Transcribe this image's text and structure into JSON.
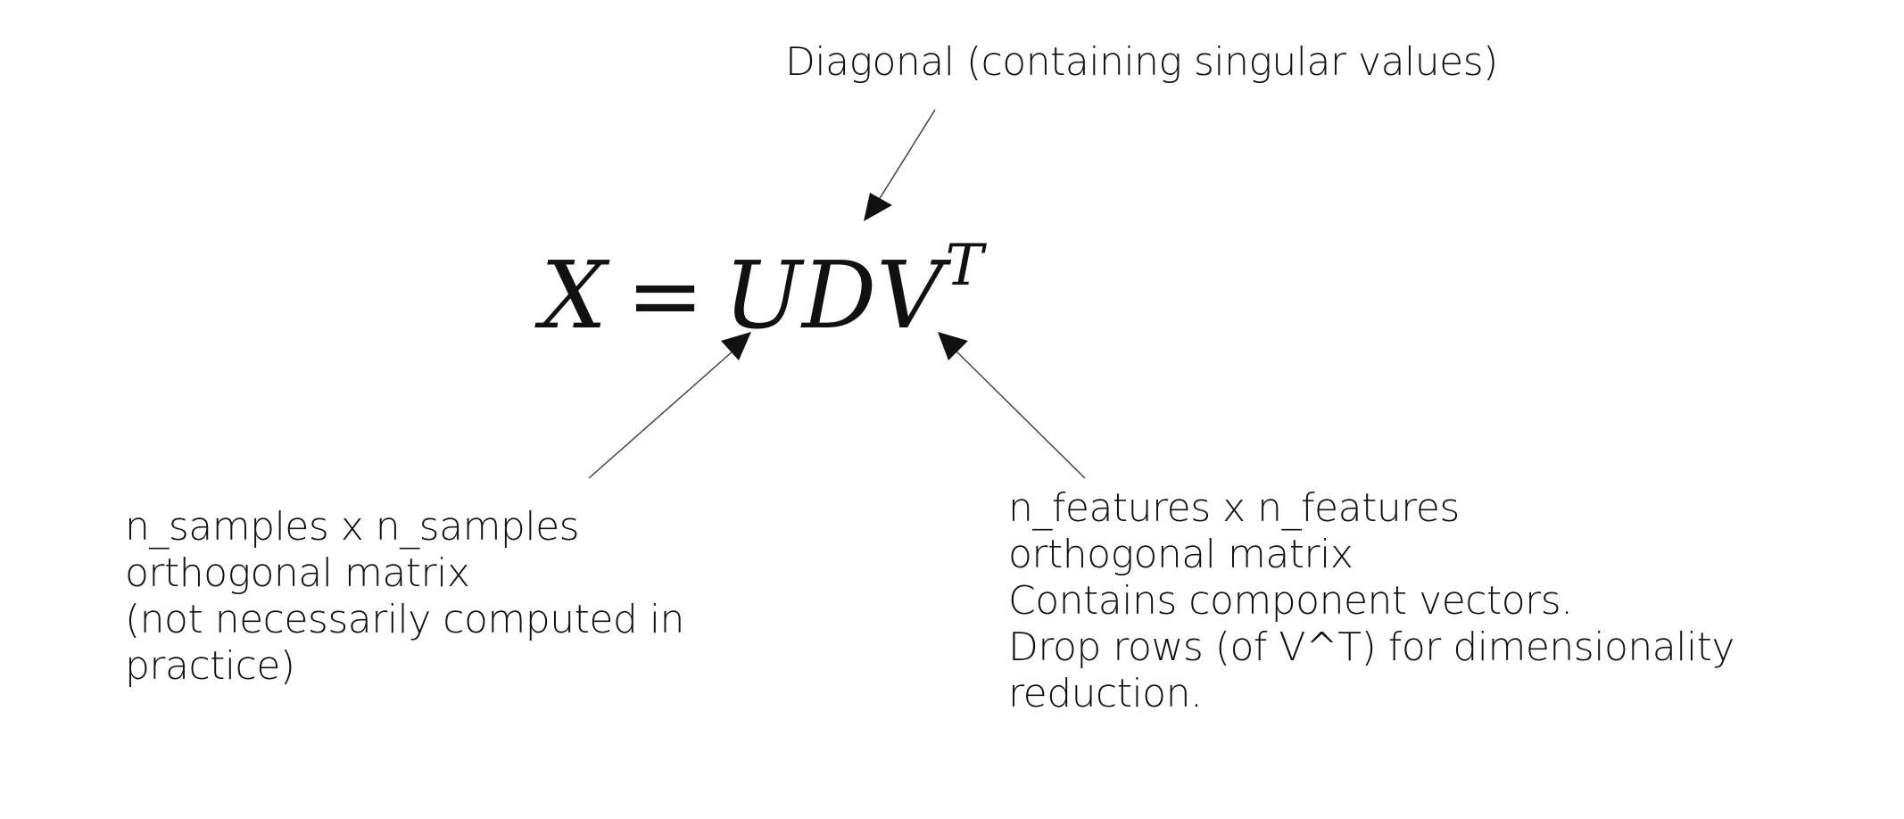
{
  "equation": {
    "lhs": "X",
    "equals": "=",
    "u": "U",
    "d": "D",
    "v": "V",
    "superscript": "T"
  },
  "annotations": {
    "diagonal": {
      "lines": [
        "Diagonal (containing singular values)"
      ]
    },
    "u_matrix": {
      "lines": [
        "n_samples x n_samples",
        "orthogonal matrix",
        "(not necessarily computed in",
        "practice)"
      ]
    },
    "v_matrix": {
      "lines": [
        "n_features x n_features",
        "orthogonal matrix",
        "Contains component vectors.",
        "Drop rows (of V^T) for dimensionality",
        "reduction."
      ]
    }
  },
  "colors": {
    "text": "#111111",
    "arrow": "#333333",
    "background": "#ffffff"
  }
}
